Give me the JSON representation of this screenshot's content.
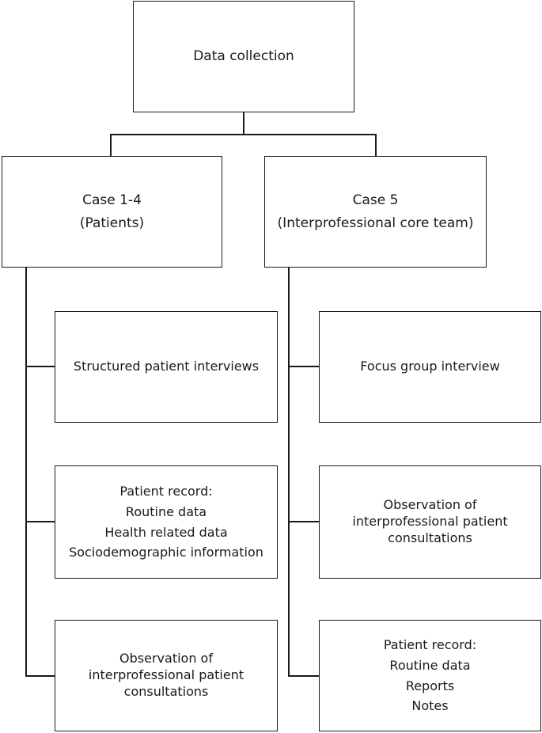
{
  "root": {
    "label": "Data collection"
  },
  "left": {
    "header": [
      "Case 1-4",
      "(Patients)"
    ],
    "items": [
      {
        "lines": [
          "Structured patient interviews"
        ]
      },
      {
        "lines": [
          "Patient record:",
          "Routine data",
          "Health related data",
          "Sociodemographic information"
        ]
      },
      {
        "lines": [
          "Observation of",
          "interprofessional patient",
          "consultations"
        ]
      }
    ]
  },
  "right": {
    "header": [
      "Case 5",
      "(Interprofessional core team)"
    ],
    "items": [
      {
        "lines": [
          "Focus group interview"
        ]
      },
      {
        "lines": [
          "Observation of",
          "interprofessional patient",
          "consultations"
        ]
      },
      {
        "lines": [
          "Patient record:",
          "Routine data",
          "Reports",
          "Notes"
        ]
      }
    ]
  }
}
